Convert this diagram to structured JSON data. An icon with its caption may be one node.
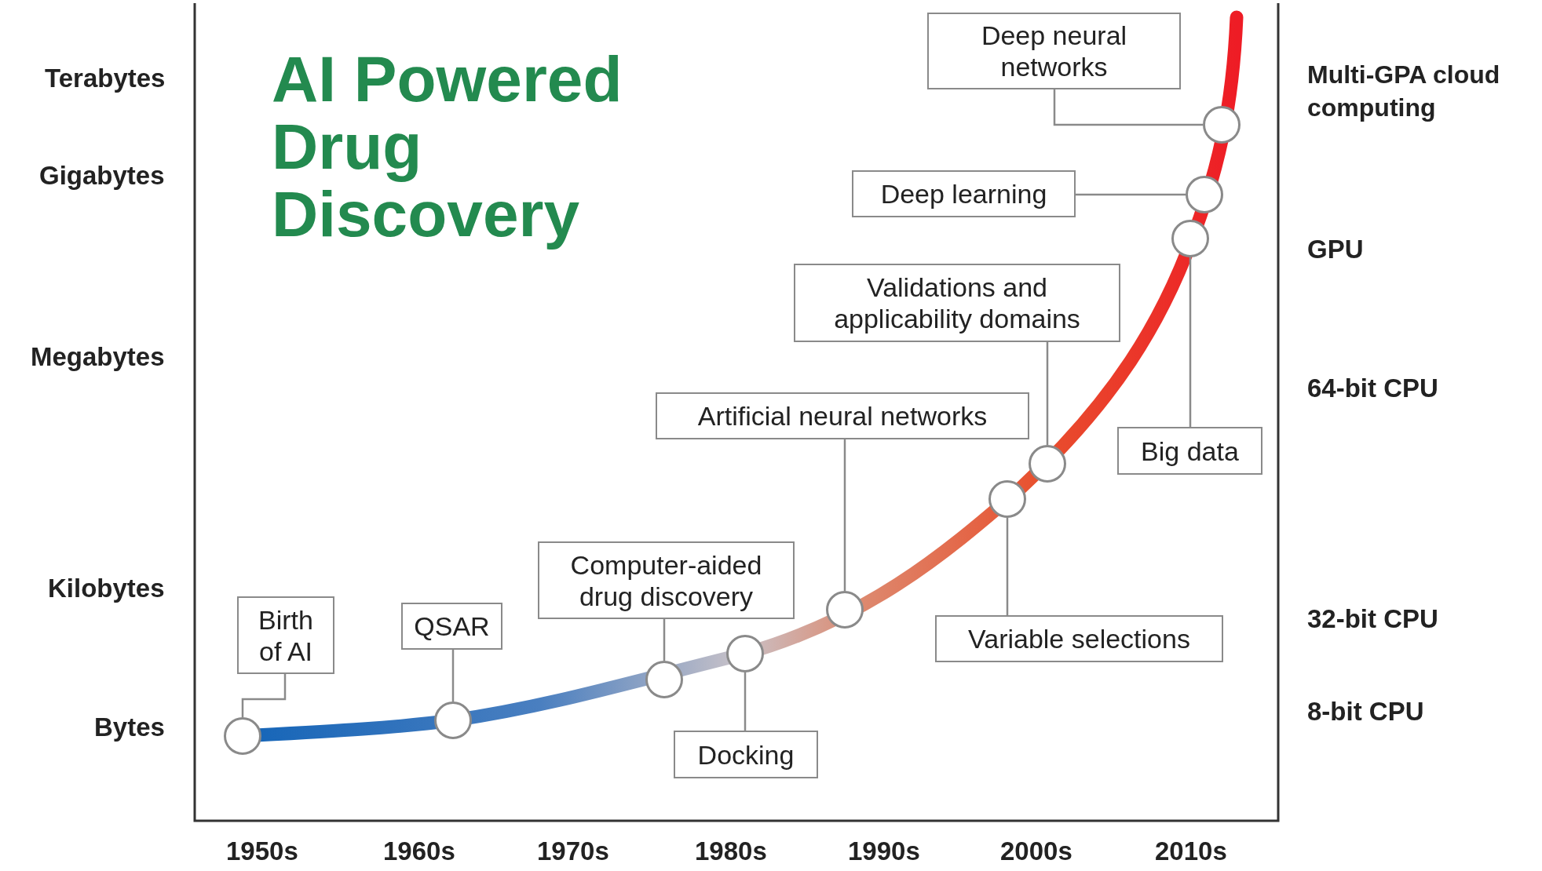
{
  "diagram": {
    "title": "AI Powered Drug Discovery",
    "nodes": [
      {
        "text": [
          "Birth of AI"
        ]
      },
      {
        "text": [],
        "shape": "circle"
      },
      {
        "text": [
          "QSAR"
        ]
      },
      {
        "text": [],
        "shape": "circle"
      },
      {
        "text": [
          "Computer-aided drug discovery"
        ]
      },
      {
        "text": [],
        "shape": "circle"
      },
      {
        "text": [
          "Docking"
        ]
      },
      {
        "text": [],
        "shape": "circle"
      },
      {
        "text": [
          "Artificial neural networks"
        ]
      },
      {
        "text": [],
        "shape": "circle"
      },
      {
        "text": [
          "Variable selections"
        ]
      },
      {
        "text": [],
        "shape": "circle"
      },
      {
        "text": [
          "Validations and applicability domains"
        ]
      },
      {
        "text": [],
        "shape": "circle"
      },
      {
        "text": [
          "Big data"
        ]
      },
      {
        "text": [],
        "shape": "circle"
      },
      {
        "text": [
          "Deep learning"
        ]
      },
      {
        "text": [],
        "shape": "circle"
      },
      {
        "text": [
          "Deep neural networks"
        ]
      },
      {
        "text": [],
        "shape": "circle"
      }
    ],
    "edges": [
      {
        "from": 0,
        "to": 1,
        "arrow": "none"
      },
      {
        "from": 2,
        "to": 3,
        "arrow": "none"
      },
      {
        "from": 4,
        "to": 5,
        "arrow": "none"
      },
      {
        "from": 6,
        "to": 7,
        "arrow": "none"
      },
      {
        "from": 8,
        "to": 9,
        "arrow": "none"
      },
      {
        "from": 10,
        "to": 11,
        "arrow": "none"
      },
      {
        "from": 12,
        "to": 13,
        "arrow": "none"
      },
      {
        "from": 14,
        "to": 15,
        "arrow": "none"
      },
      {
        "from": 16,
        "to": 17,
        "arrow": "none"
      },
      {
        "from": 18,
        "to": 19,
        "arrow": "none"
      }
    ],
    "labels": [
      "Terabytes",
      "Gigabytes",
      "Megabytes",
      "Kilobytes",
      "Bytes",
      "Multi-GPA cloud computing",
      "GPU",
      "64-bit CPU",
      "32-bit CPU",
      "8-bit CPU",
      "1950s",
      "1960s",
      "1970s",
      "1980s",
      "1990s",
      "2000s",
      "2010s"
    ]
  }
}
